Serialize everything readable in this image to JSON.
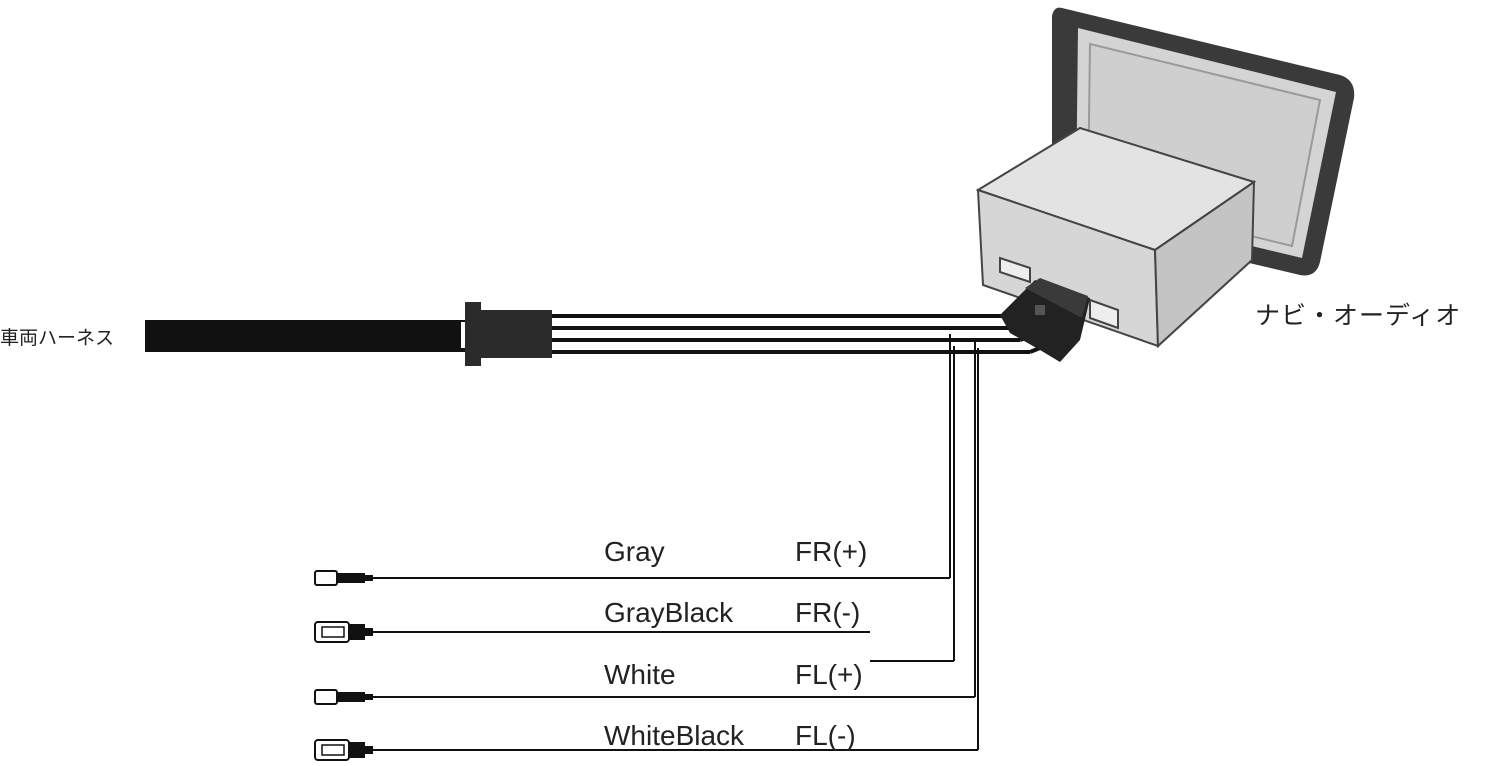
{
  "labels": {
    "vehicle_harness": "車両ハーネス",
    "navi_audio": "ナビ・オーディオ"
  },
  "wires": [
    {
      "color": "Gray",
      "channel": "FR(+)"
    },
    {
      "color": "GrayBlack",
      "channel": "FR(-)"
    },
    {
      "color": "White",
      "channel": "FL(+)"
    },
    {
      "color": "WhiteBlack",
      "channel": "FL(-)"
    }
  ],
  "palette": {
    "cable": "#111111",
    "connector": "#2b2b2b",
    "unit_body": "#dcdcdc",
    "screen": "#cfcfcf",
    "bezel": "#3a3a3a"
  }
}
